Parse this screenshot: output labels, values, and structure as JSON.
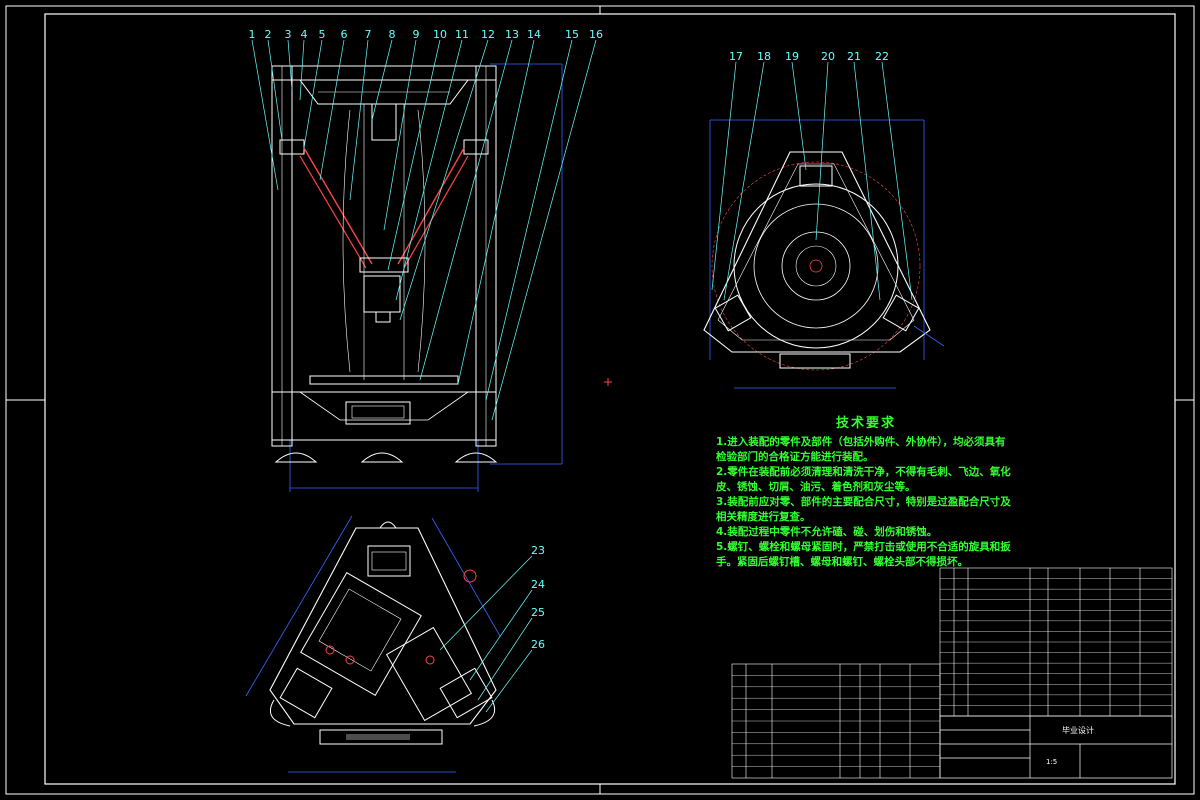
{
  "tech_requirements": {
    "title": "技术要求",
    "items": [
      "1.进入装配的零件及部件（包括外购件、外协件），均必须具有检验部门的合格证方能进行装配。",
      "2.零件在装配前必须清理和清洗干净，不得有毛刺、飞边、氧化皮、锈蚀、切屑、油污、着色剂和灰尘等。",
      "3.装配前应对零、部件的主要配合尺寸，特别是过盈配合尺寸及相关精度进行复查。",
      "4.装配过程中零件不允许磕、碰、划伤和锈蚀。",
      "5.螺钉、螺栓和螺母紧固时，严禁打击或使用不合适的旋具和扳手。紧固后螺钉槽、螺母和螺钉、螺栓头部不得损坏。"
    ]
  },
  "part_bubbles_front": [
    "1",
    "2",
    "3",
    "4",
    "5",
    "6",
    "7",
    "8",
    "9",
    "10",
    "11",
    "12",
    "13",
    "14",
    "15",
    "16"
  ],
  "part_bubbles_top": [
    "17",
    "18",
    "19",
    "20",
    "21",
    "22"
  ],
  "part_bubbles_bottom": [
    "23",
    "24",
    "25",
    "26"
  ],
  "title_block": {
    "design_name": "毕业设计",
    "scale": "1:5"
  },
  "colors": {
    "background": "#000000",
    "frame": "#ffffff",
    "leader": "#66ffff",
    "dimension": "#3366ff",
    "part_red": "#ff4444",
    "text_green": "#33ff33"
  }
}
